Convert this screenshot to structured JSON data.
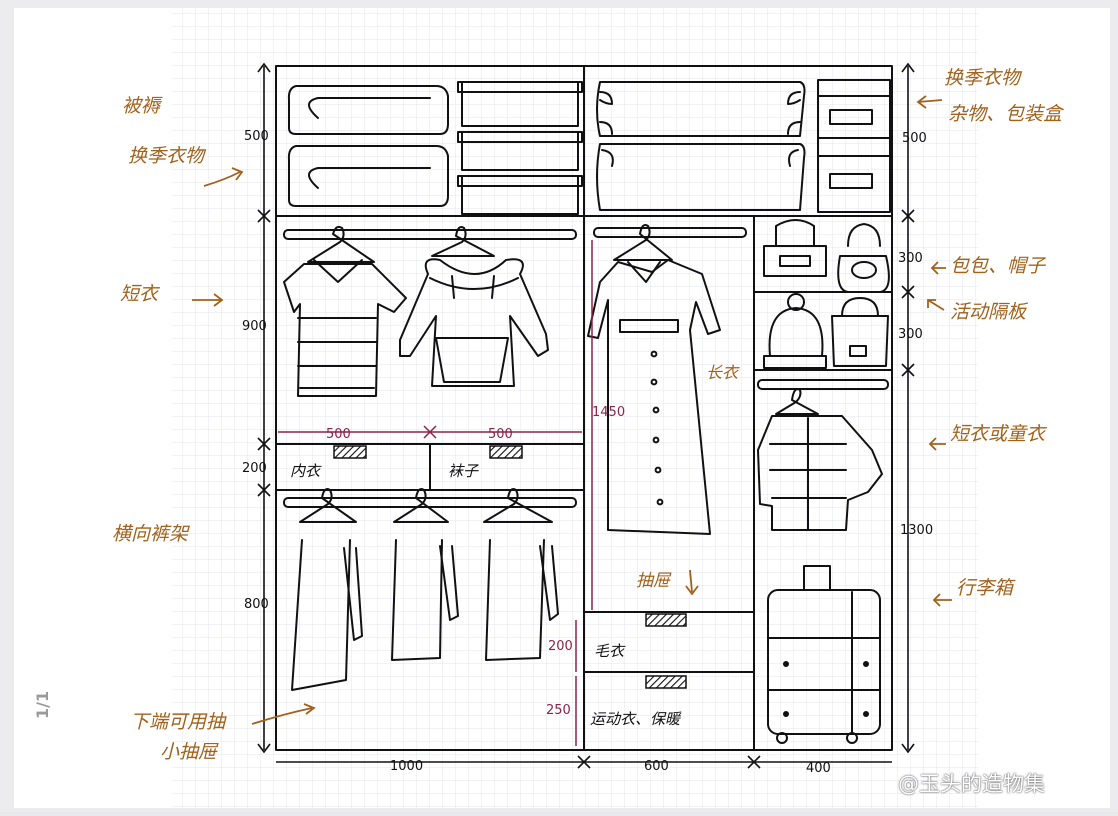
{
  "page_number": "1/1",
  "watermark": "@玉头的造物集",
  "annotations": {
    "quilt": "被褥",
    "seasonal_left": "换季衣物",
    "seasonal_right": "换季衣物",
    "misc_box": "杂物、包装盒",
    "short_clothes": "短衣",
    "bags_hats": "包包、帽子",
    "movable_shelf": "活动隔板",
    "short_child": "短衣或童衣",
    "horizontal_rack": "横向裤架",
    "suitcase": "行李箱",
    "bottom_drawers_1": "下端可用抽",
    "bottom_drawers_2": "小抽屉",
    "drawer_arrow": "抽屉",
    "long_coat": "长衣",
    "underwear": "内衣",
    "socks": "袜子",
    "sweater": "毛衣",
    "sportswear": "运动衣、保暖"
  },
  "dimensions": {
    "top_left": "500",
    "top_right": "500",
    "mid_left": "900",
    "gap_left": "200",
    "low_left": "800",
    "right_300_a": "300",
    "right_300_b": "300",
    "right_1300": "1300",
    "tall_1450": "1450",
    "drawer_200": "200",
    "drawer_250": "250",
    "inner_500_a": "500",
    "inner_500_b": "500",
    "width_1000": "1000",
    "width_600": "600",
    "width_400": "400"
  },
  "colors": {
    "ink": "#111111",
    "annotation": "#a2621c",
    "dimension_red": "#8b2445",
    "paper": "#ffffff",
    "grid": "#e3e6ee"
  }
}
